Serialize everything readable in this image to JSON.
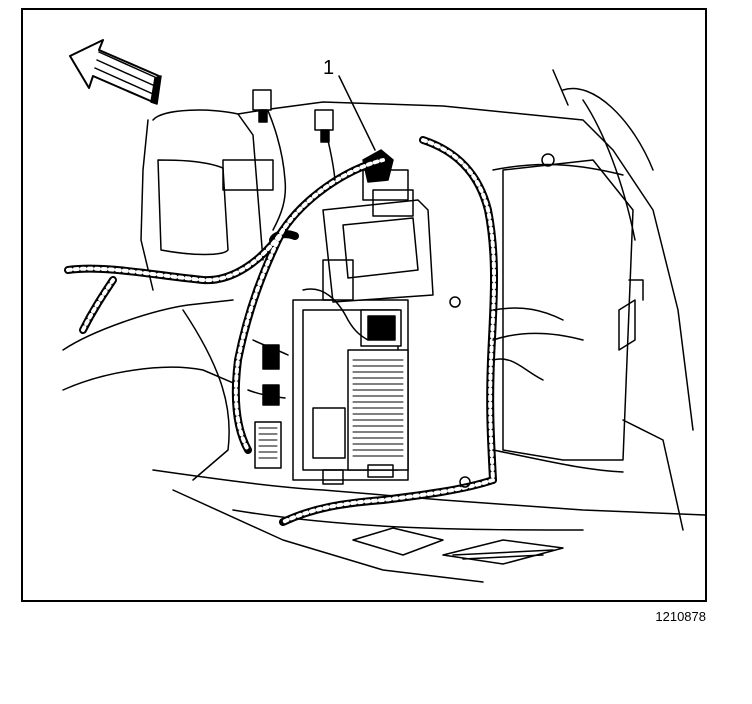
{
  "figure": {
    "callouts": [
      {
        "id": "1",
        "label": "1"
      }
    ],
    "figure_number": "1210878",
    "colors": {
      "line": "#000000",
      "background": "#ffffff"
    }
  }
}
